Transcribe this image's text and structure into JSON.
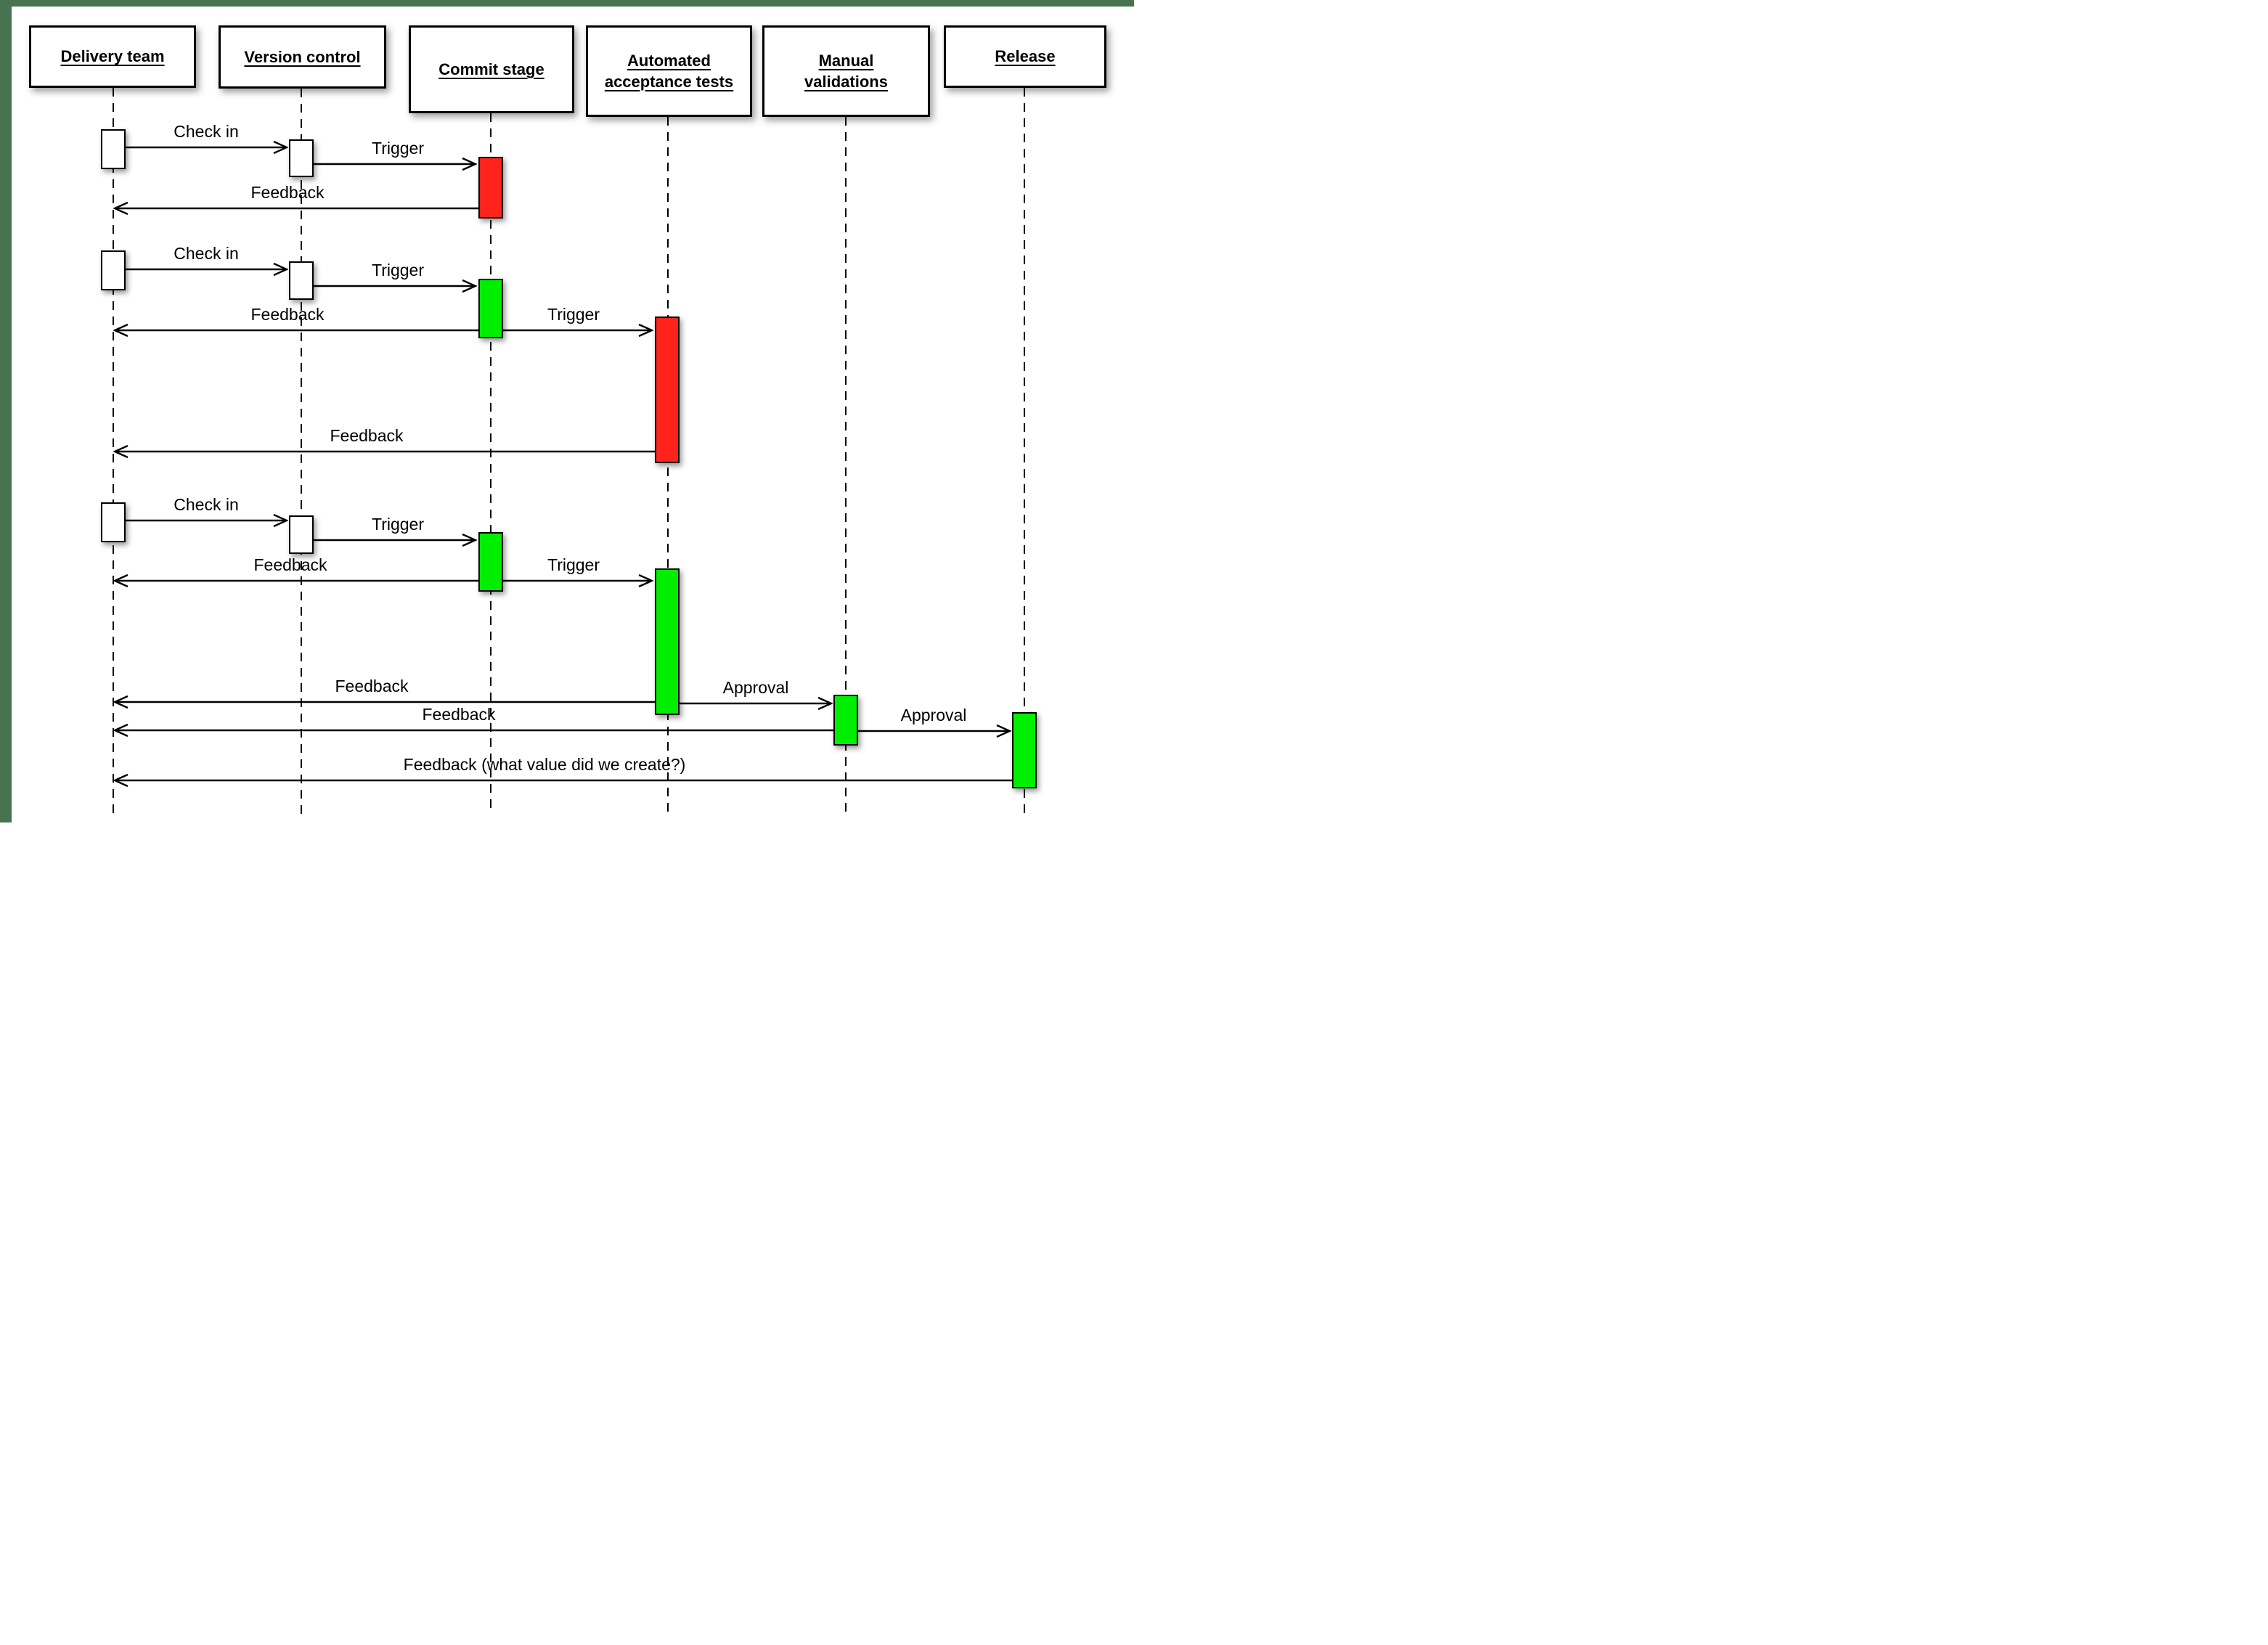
{
  "frame": {
    "accent_color": "#487350",
    "background": "#ffffff"
  },
  "colors": {
    "pass_green": "#00ef00",
    "fail_red": "#ff231c",
    "idle_white": "#ffffff",
    "line_black": "#000000"
  },
  "lifelines": [
    {
      "id": "delivery-team",
      "label": "Delivery team"
    },
    {
      "id": "version-control",
      "label": "Version control"
    },
    {
      "id": "commit-stage",
      "label": "Commit stage"
    },
    {
      "id": "acceptance-tests",
      "label": "Automated acceptance tests"
    },
    {
      "id": "manual-validations",
      "label": "Manual validations"
    },
    {
      "id": "release",
      "label": "Release"
    }
  ],
  "messages": [
    {
      "label": "Check in",
      "from": "Delivery team",
      "to": "Version control"
    },
    {
      "label": "Trigger",
      "from": "Version control",
      "to": "Commit stage",
      "result": "fail"
    },
    {
      "label": "Feedback",
      "from": "Commit stage",
      "to": "Delivery team"
    },
    {
      "label": "Check in",
      "from": "Delivery team",
      "to": "Version control"
    },
    {
      "label": "Trigger",
      "from": "Version control",
      "to": "Commit stage",
      "result": "pass"
    },
    {
      "label": "Feedback",
      "from": "Commit stage",
      "to": "Delivery team"
    },
    {
      "label": "Trigger",
      "from": "Commit stage",
      "to": "Automated acceptance tests",
      "result": "fail"
    },
    {
      "label": "Feedback",
      "from": "Automated acceptance tests",
      "to": "Delivery team"
    },
    {
      "label": "Check in",
      "from": "Delivery team",
      "to": "Version control"
    },
    {
      "label": "Trigger",
      "from": "Version control",
      "to": "Commit stage",
      "result": "pass"
    },
    {
      "label": "Feedback",
      "from": "Commit stage",
      "to": "Delivery team"
    },
    {
      "label": "Trigger",
      "from": "Commit stage",
      "to": "Automated acceptance tests",
      "result": "pass"
    },
    {
      "label": "Feedback",
      "from": "Automated acceptance tests",
      "to": "Delivery team"
    },
    {
      "label": "Approval",
      "from": "Automated acceptance tests",
      "to": "Manual validations",
      "result": "pass"
    },
    {
      "label": "Feedback",
      "from": "Manual validations",
      "to": "Delivery team"
    },
    {
      "label": "Approval",
      "from": "Manual validations",
      "to": "Release",
      "result": "pass"
    },
    {
      "label": "Feedback (what value did we create?)",
      "from": "Release",
      "to": "Delivery team"
    }
  ],
  "activations": [
    {
      "lifeline": "Delivery team",
      "status": "neutral"
    },
    {
      "lifeline": "Version control",
      "status": "neutral"
    },
    {
      "lifeline": "Commit stage",
      "status": "fail"
    },
    {
      "lifeline": "Delivery team",
      "status": "neutral"
    },
    {
      "lifeline": "Version control",
      "status": "neutral"
    },
    {
      "lifeline": "Commit stage",
      "status": "pass"
    },
    {
      "lifeline": "Automated acceptance tests",
      "status": "fail"
    },
    {
      "lifeline": "Delivery team",
      "status": "neutral"
    },
    {
      "lifeline": "Version control",
      "status": "neutral"
    },
    {
      "lifeline": "Commit stage",
      "status": "pass"
    },
    {
      "lifeline": "Automated acceptance tests",
      "status": "pass"
    },
    {
      "lifeline": "Manual validations",
      "status": "pass"
    },
    {
      "lifeline": "Release",
      "status": "pass"
    }
  ]
}
